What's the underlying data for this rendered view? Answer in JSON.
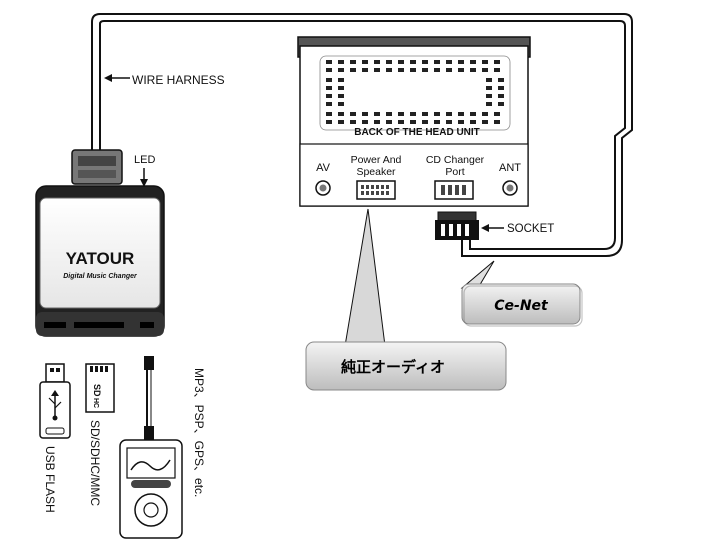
{
  "labels": {
    "wire_harness": "WIRE HARNESS",
    "led": "LED",
    "head_unit_back": "BACK OF THE HEAD UNIT",
    "av": "AV",
    "power_and": "Power And",
    "speaker": "Speaker",
    "cd_changer": "CD Changer",
    "port": "Port",
    "ant": "ANT",
    "socket": "SOCKET"
  },
  "device": {
    "brand": "YATOUR",
    "subtitle": "Digital Music Changer"
  },
  "callouts": {
    "ce_net": "Ce-Net",
    "oem_audio": "純正オーディオ"
  },
  "media": {
    "usb": "USB FLASH",
    "sd_card_text": "SD",
    "sd_card_text2": "HC",
    "sd": "SD/SDHC/MMC",
    "mp3": "MP3、PSP、GPS、etc."
  }
}
